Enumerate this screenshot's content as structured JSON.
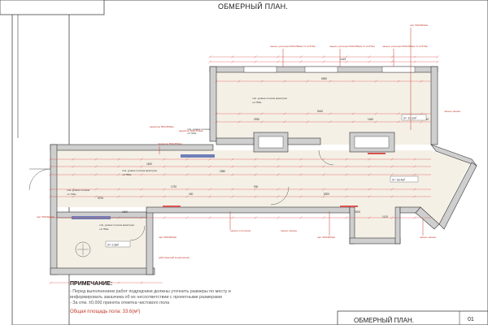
{
  "sheet_title": "ОБМЕРНЫЙ ПЛАН.",
  "stamp_title": "ОБМЕРНЫЙ ПЛАН.",
  "sheet_number": "01",
  "notes": {
    "heading": "ПРИМЕЧАНИЕ:",
    "lines": [
      "- Перед выполнением работ подрядчики должны уточнить размеры по месту и",
      "  информировать заказчика об их несоответствии с проектными размерами",
      "- За отм. ±0.000 принята отметка чистового пола"
    ],
    "total_area": "Общая площадь пола: 33.6(м²)"
  },
  "rooms": [
    {
      "area": "S= 10.1м²"
    },
    {
      "area": "S= 18.4м²"
    },
    {
      "area": "S= 2.8м²"
    }
  ],
  "level_marks": [
    {
      "label": "отм. уровня потолка армстронг",
      "value": "+2.750м"
    },
    {
      "label": "отм. уровня потолка армстронг",
      "value": "+2.750м"
    },
    {
      "label": "отм. уровня потолка армстронг",
      "value": "+2.750м"
    },
    {
      "label": "отм. уровня потолка",
      "value": "+2.720м"
    },
    {
      "label": "отм. уровня потолка",
      "value": "+1.720м"
    }
  ],
  "callouts": [
    {
      "text": "панель усиления 500х350мм h=+0.870м"
    },
    {
      "text": "панель усиления 500х350мм h=+0.870м"
    },
    {
      "text": "панель усиления 500х350мм h=+0.870м"
    },
    {
      "text": "щит 590х600мм"
    },
    {
      "text": "радиатор 500х350мм"
    },
    {
      "text": "радиатор 500х350мм"
    },
    {
      "text": "радиатор 500х350мм"
    },
    {
      "text": "панель звонка"
    },
    {
      "text": "панель звонка"
    },
    {
      "text": "панель звонка"
    },
    {
      "text": "щит 590х600мм"
    },
    {
      "text": "панель отопления"
    },
    {
      "text": "щит 590х600мм"
    },
    {
      "text": "щит 590х600мм"
    },
    {
      "text": "действующий кондиционер"
    }
  ],
  "dimensions": [
    "6950",
    "1445",
    "5440",
    "2930",
    "1640",
    "3950",
    "1820",
    "2980",
    "1730",
    "430",
    "900",
    "5700",
    "8300",
    "3400",
    "1120",
    "1600"
  ],
  "colors": {
    "line": "#333333",
    "dim": "#d9534f",
    "wall_fill": "#cfcfcf",
    "room_fill": "#f5f0e6",
    "blue": "#6e7fb8"
  }
}
